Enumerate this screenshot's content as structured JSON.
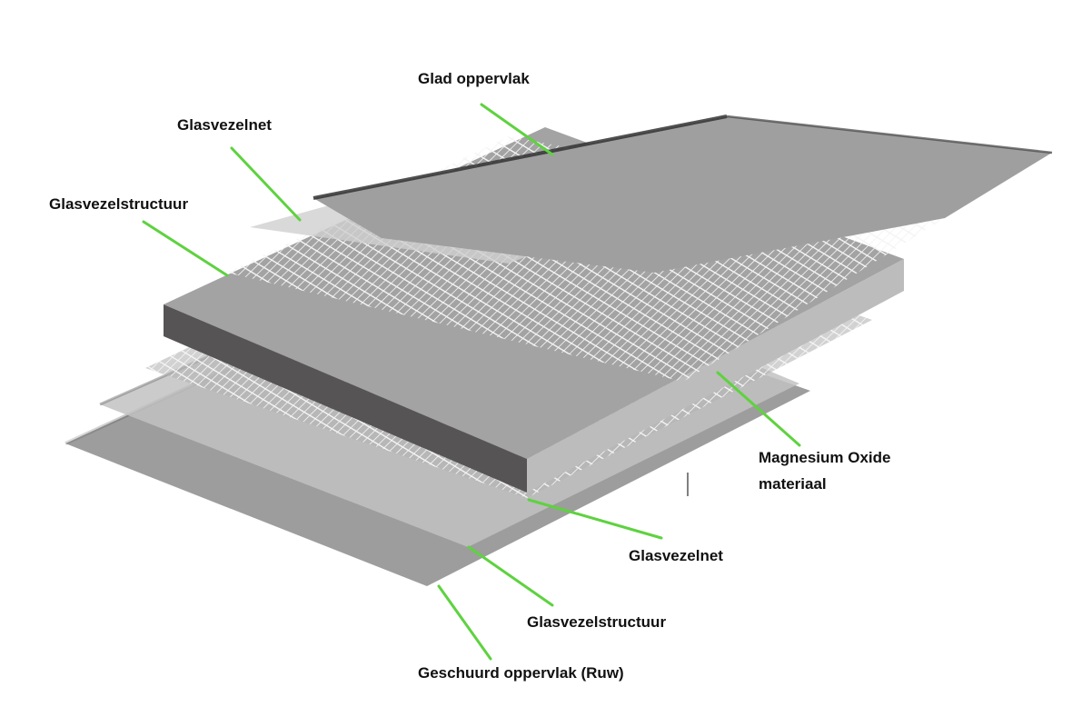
{
  "labels": {
    "smooth_surface": "Glad oppervlak",
    "mesh_top": "Glasvezelnet",
    "fiber_structure_top": "Glasvezelstructuur",
    "mgo_line1": "Magnesium Oxide",
    "mgo_line2": "materiaal",
    "mesh_bottom": "Glasvezelnet",
    "fiber_structure_bottom": "Glasvezelstructuur",
    "rough_surface": "Geschuurd oppervlak (Ruw)"
  },
  "colors": {
    "leader_line": "#5ed23f",
    "sheet": "#9d9d9d",
    "board_front": "#575456",
    "board_side": "#bcbcbc",
    "mesh": "#ffffff"
  }
}
